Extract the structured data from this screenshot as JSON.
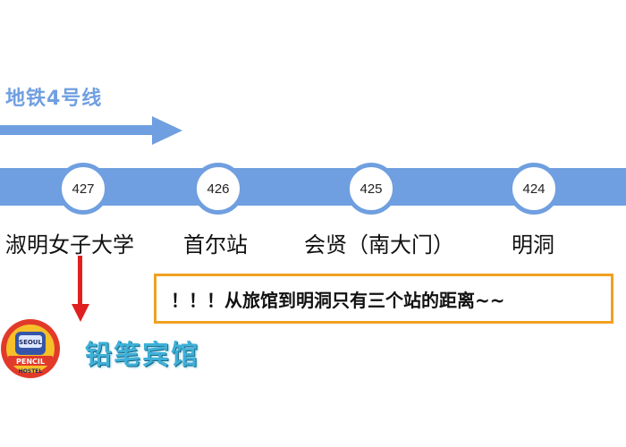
{
  "line": {
    "title": "地铁4号线",
    "color": "#6f9fe0"
  },
  "stations": [
    {
      "code": "427",
      "name": "淑明女子大学"
    },
    {
      "code": "426",
      "name": "首尔站"
    },
    {
      "code": "425",
      "name": "会贤（南大门）"
    },
    {
      "code": "424",
      "name": "明洞"
    }
  ],
  "note": {
    "text": "！！！从旅馆到明洞只有三个站的距离~~",
    "border_color": "#f0a020"
  },
  "hostel": {
    "name": "铅笔宾馆",
    "logo_text": [
      "SEOUL",
      "PENCIL",
      "HOSTEL"
    ],
    "name_color": "#3fb0d8"
  },
  "arrow_color": "#e02020"
}
